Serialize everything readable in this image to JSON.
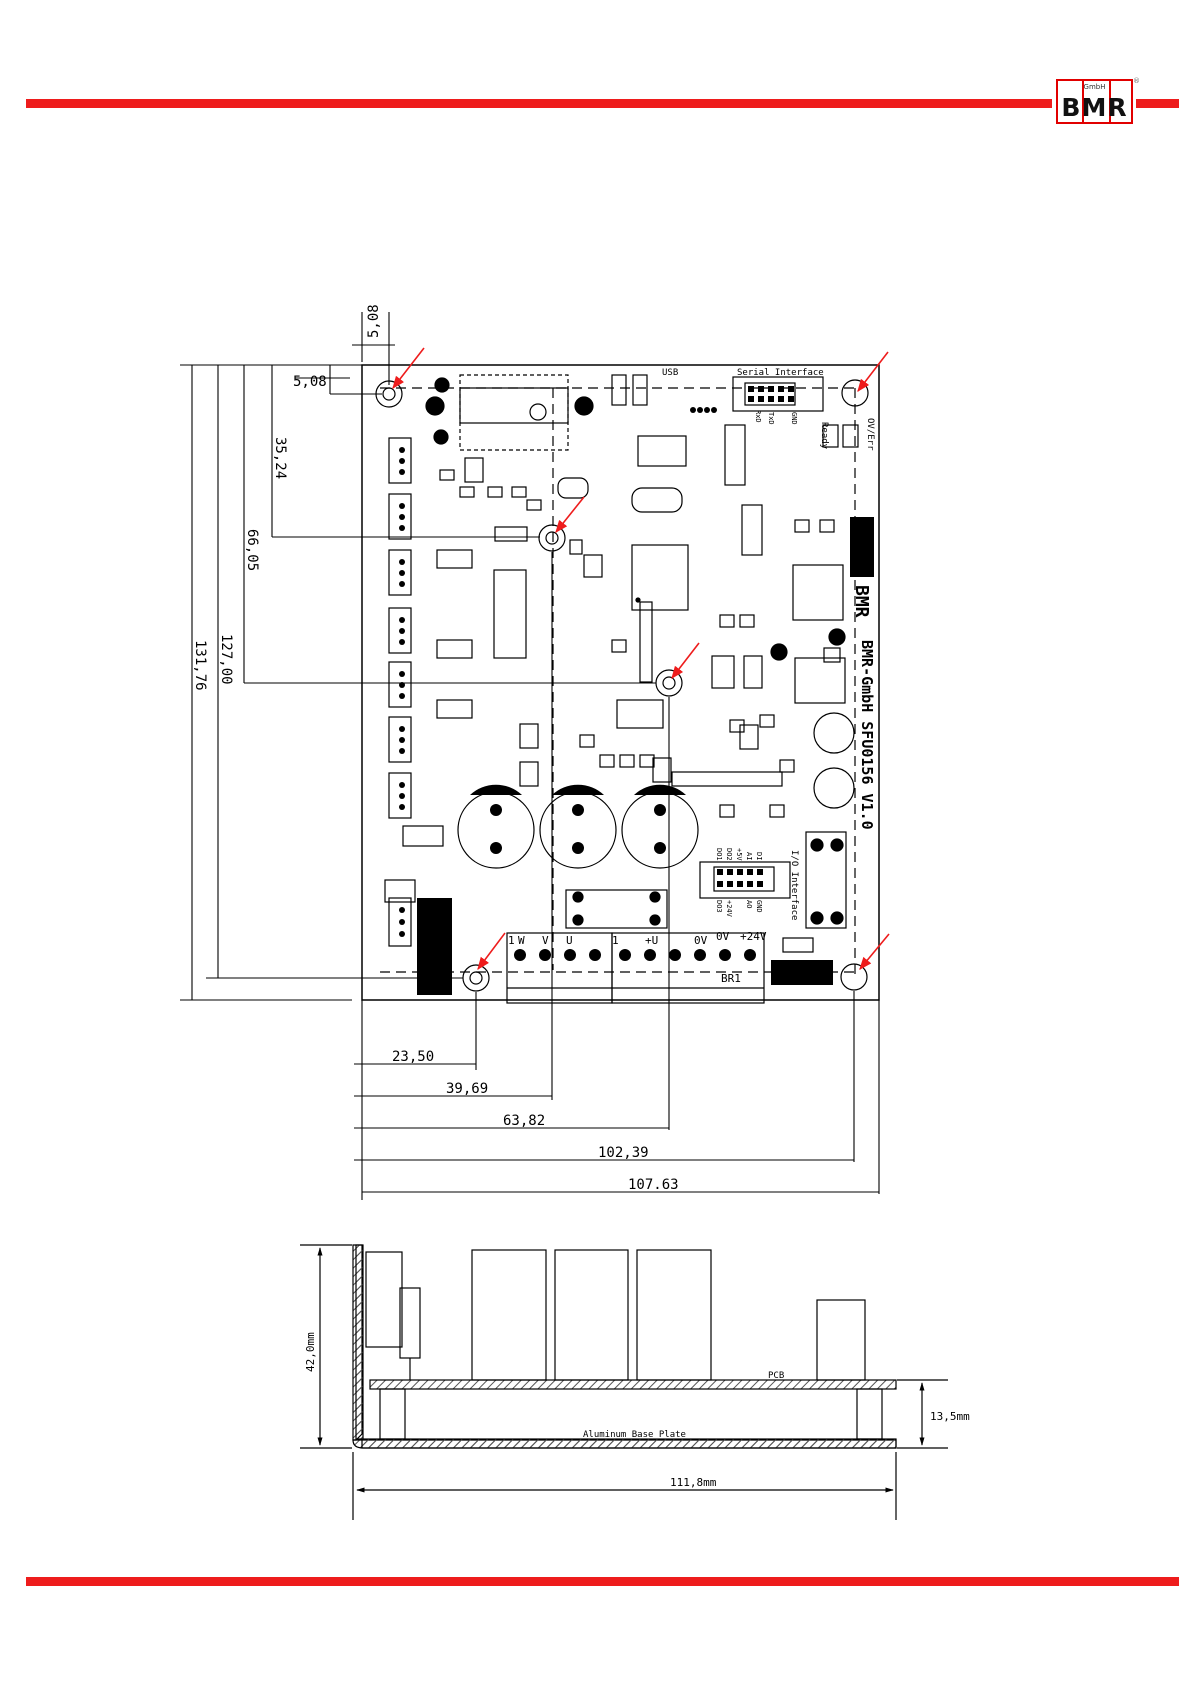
{
  "logo": {
    "brand": "BMR",
    "gmbh": "GmbH",
    "reg": "®"
  },
  "colors": {
    "accent_red": "#ee1c1c",
    "ink": "#000000",
    "board_fill": "#ffffff",
    "hatch": "#555555"
  },
  "board": {
    "silkscreen": "BMR-GmbH SFU0156 V1.0",
    "logo": "BMR",
    "serial_header": "Serial Interface",
    "ready": "Ready",
    "ov_err": "OV/Err",
    "io_header": "I/O Interface",
    "io_pins": [
      "DO1",
      "DO2",
      "+5V",
      "AI",
      "DI",
      "DO3",
      "+24V",
      "AO",
      "GND"
    ],
    "rx": "RxD",
    "tx": "TxD",
    "gnd": "GND",
    "usb": "USB",
    "terminal_labels": [
      "1",
      "W",
      "V",
      "U",
      "1",
      "+U",
      "0V",
      "0V",
      "+24V"
    ],
    "br1": "BR1"
  },
  "dimensions": {
    "top": [
      "5,08"
    ],
    "left_side": [
      "5,08",
      "35,24",
      "66,05",
      "127,00",
      "131,76"
    ],
    "bottom": [
      "23,50",
      "39,69",
      "63,82",
      "102,39",
      "107.63"
    ]
  },
  "side_view": {
    "height": "42,0mm",
    "standoff": "13,5mm",
    "width": "111,8mm",
    "pcb": "PCB",
    "base_plate": "Aluminum Base Plate"
  }
}
